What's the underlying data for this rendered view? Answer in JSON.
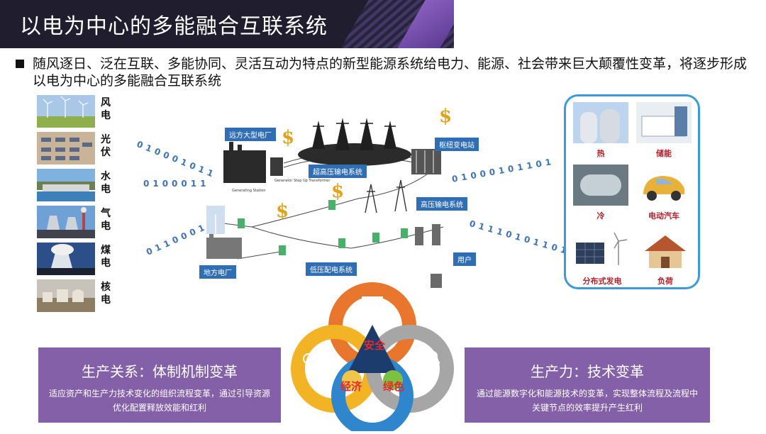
{
  "title": "以电为中心的多能融合互联系统",
  "intro": "随风逐日、泛在互联、多能协同、灵活互动为特点的新型能源系统给电力、能源、社会带来巨大颠覆性变革，将逐步形成以电为中心的多能融合互联系统",
  "sources": [
    {
      "label": "风电",
      "icon": "wind-farm-photo"
    },
    {
      "label": "光伏",
      "icon": "solar-farm-photo"
    },
    {
      "label": "水电",
      "icon": "hydro-dam-photo"
    },
    {
      "label": "气电",
      "icon": "gas-plant-photo"
    },
    {
      "label": "煤电",
      "icon": "coal-plant-photo"
    },
    {
      "label": "核电",
      "icon": "nuclear-plant-photo"
    }
  ],
  "diagram": {
    "labels": {
      "remote_plant": "远方大型电厂",
      "uhv": "超高压输电系统",
      "hub_substation": "枢纽变电站",
      "hv": "高压输电系统",
      "local_plant": "地方电厂",
      "lv": "低压配电系统",
      "user": "用户"
    },
    "binary": {
      "left_top": "010001011",
      "left_mid": "0100011",
      "left_bottom": "0110001",
      "right_top": "01000101101",
      "right_bottom": "01110101101"
    },
    "small_text": {
      "generating_station": "Generating Station",
      "step_up": "Generator Step Up Transformer"
    }
  },
  "loads": [
    {
      "label": "热",
      "icon": "heat-tank-photo"
    },
    {
      "label": "储能",
      "icon": "storage-container-photo"
    },
    {
      "label": "冷",
      "icon": "cold-tank-photo"
    },
    {
      "label": "电动汽车",
      "icon": "ev-car-photo"
    },
    {
      "label": "分布式发电",
      "icon": "distributed-generation-photo"
    },
    {
      "label": "负荷",
      "icon": "house-load-photo"
    }
  ],
  "venn": {
    "safety": "安全",
    "economy": "经济",
    "green": "绿色",
    "colors": {
      "orange": "#e8762c",
      "yellow": "#f2b324",
      "gray": "#a6a6a6",
      "blue": "#2f86cc"
    }
  },
  "panels": {
    "left": {
      "heading": "生产关系：体制机制变革",
      "body": "适应资产和生产力技术变化的组织流程变革，通过引导资源优化配置释放效能和红利"
    },
    "right": {
      "heading": "生产力：技术变革",
      "body": "通过能源数字化和能源技术的变革，实现整体流程及流程中关键节点的效率提升产生红利"
    }
  },
  "colors": {
    "title_bar": "#1f1d2e",
    "panel": "#8460a8",
    "tag": "#2f6db5",
    "binary": "#3d74b8",
    "load_border": "#3c9ad8",
    "load_label": "#b4202a"
  }
}
